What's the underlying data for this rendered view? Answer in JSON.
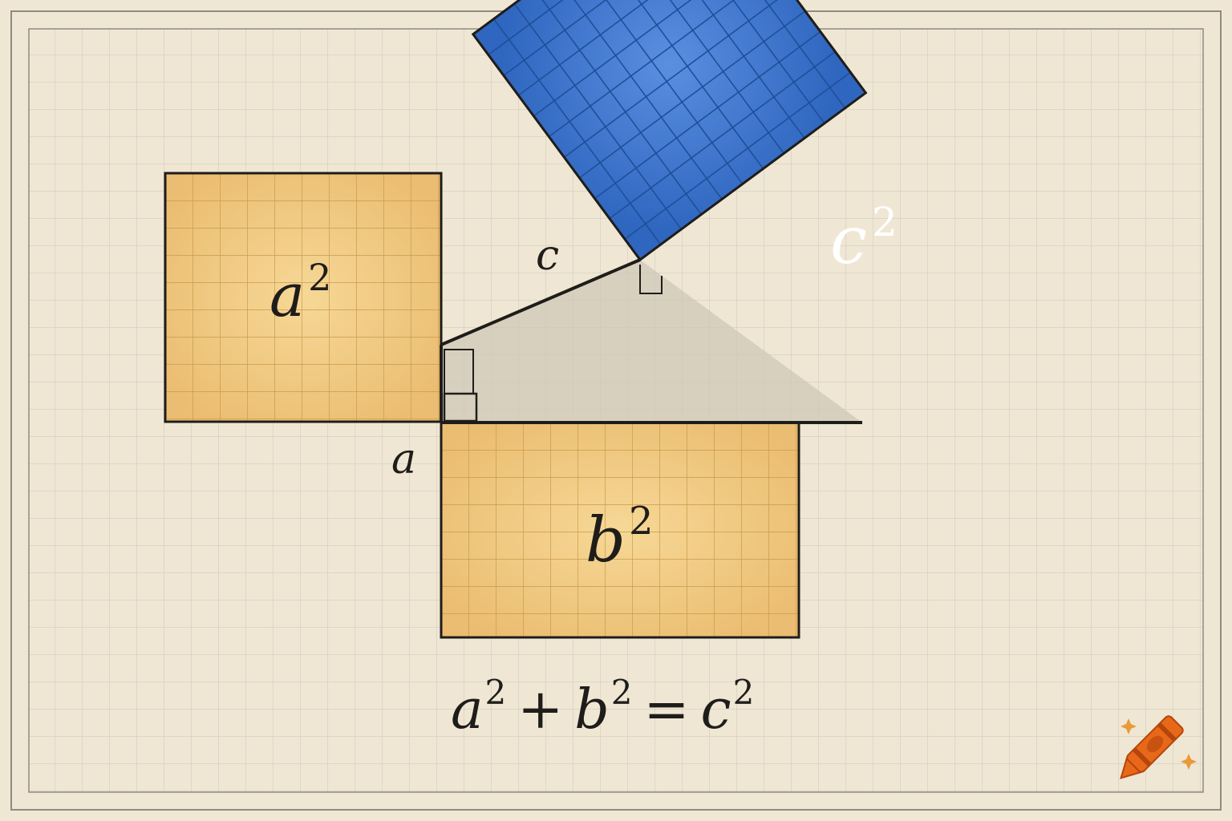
{
  "labels": {
    "a_squared": {
      "base": "a",
      "exp": "2"
    },
    "b_squared": {
      "base": "b",
      "exp": "2"
    },
    "c_squared": {
      "base": "c",
      "exp": "2"
    },
    "side_a": "a",
    "side_c": "c"
  },
  "equation": {
    "a": "a",
    "a_exp": "2",
    "plus": "+",
    "b": "b",
    "b_exp": "2",
    "equals": "=",
    "c": "c",
    "c_exp": "2"
  },
  "colors": {
    "paper": "#efe7d4",
    "grid_line": "#c9c3b6",
    "border": "#8f8b82",
    "square_ab_fill": "#efc57e",
    "square_ab_grid": "#c99a4a",
    "square_c_fill": "#3b74cc",
    "square_c_grid": "#1f4f9a",
    "triangle_fill": "#d3cbbb",
    "outline": "#1f1d1a",
    "crayon": "#e8681a",
    "sparkle": "#e89a3a"
  },
  "icons": {
    "crayon": "crayon-icon",
    "sparkle": "sparkle-icon"
  }
}
